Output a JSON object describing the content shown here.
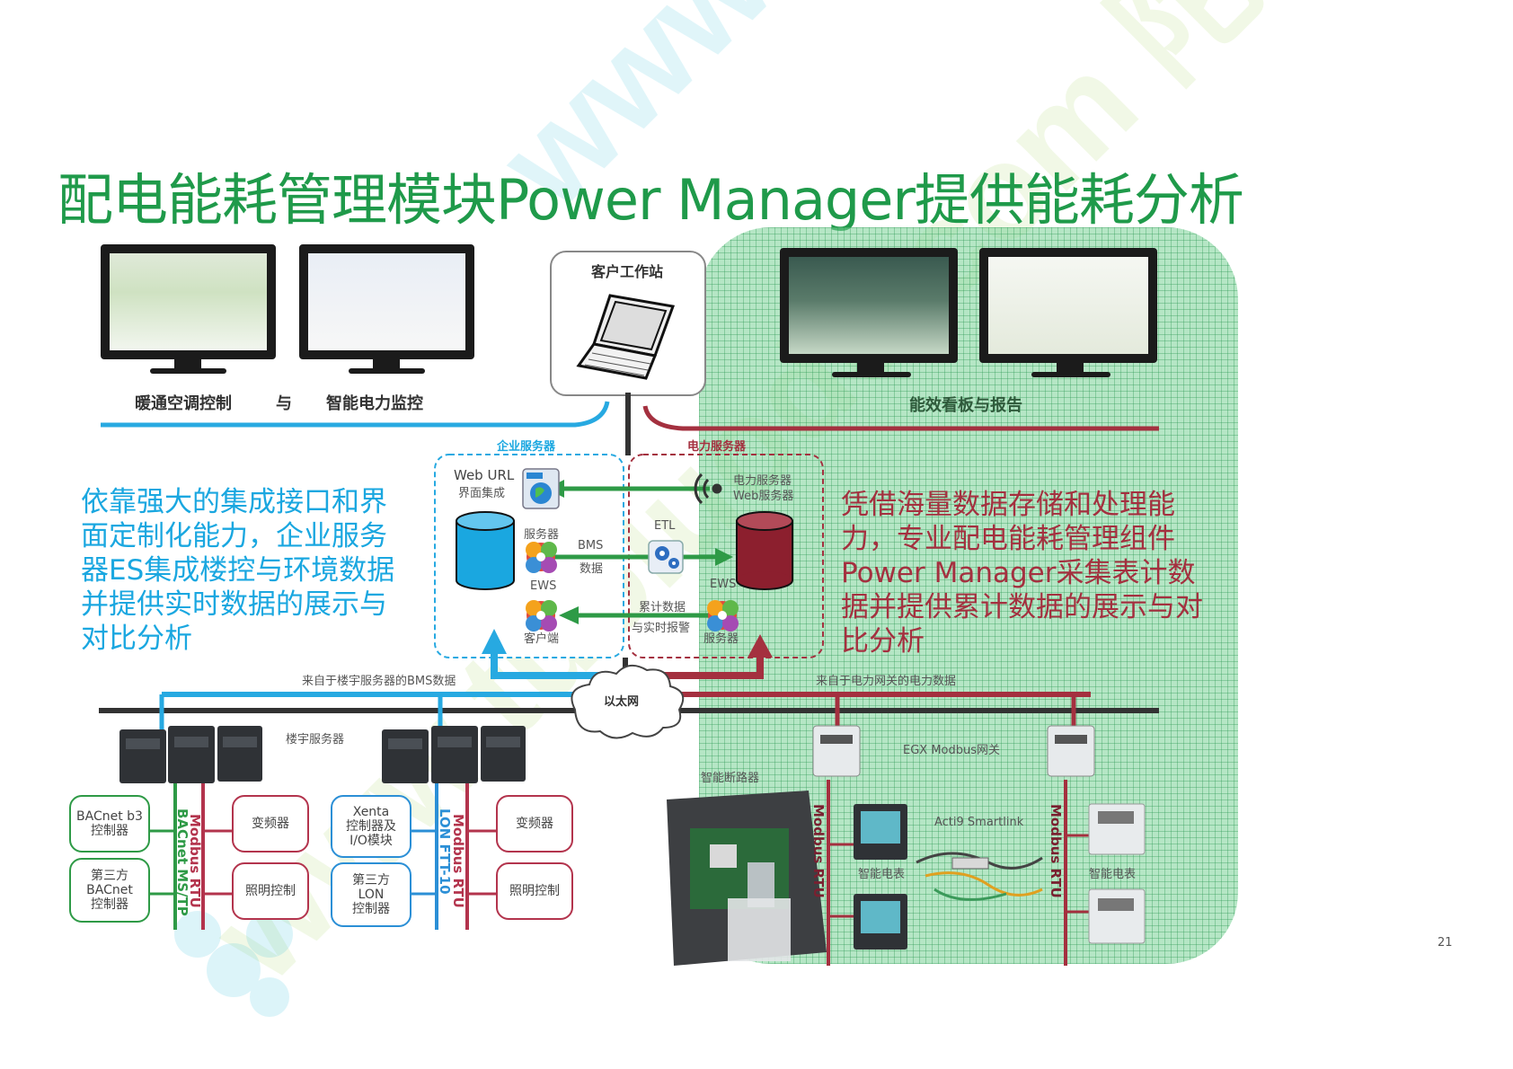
{
  "title": "配电能耗管理模块Power Manager提供能耗分析",
  "watermark": "www.tuoluodu.com 陀螺渡",
  "top": {
    "label_hvac": "暖通空调控制",
    "label_and": "与",
    "label_power": "智能电力监控",
    "label_workstation": "客户工作站",
    "label_dashboard": "能效看板与报告"
  },
  "servers": {
    "enterprise_title": "企业服务器",
    "power_title": "电力服务器",
    "web_url": "Web URL",
    "web_url_sub": "界面集成",
    "server": "服务器",
    "bms": "BMS",
    "bms_data": "数据",
    "ews_left": "EWS",
    "client": "客户端",
    "etl": "ETL",
    "power_web_1": "电力服务器",
    "power_web_2": "Web服务器",
    "cum_data": "累计数据",
    "realtime_alarm": "与实时报警",
    "ews_right": "EWS",
    "server_right": "服务器"
  },
  "left_text": "依靠强大的集成接口和界面定制化能力，企业服务器ES集成楼控与环境数据并提供实时数据的展示与对比分析",
  "right_text": "凭借海量数据存储和处理能力，专业配电能耗管理组件Power Manager采集表计数据并提供累计数据的展示与对比分析",
  "network": {
    "bms_from": "来自于楼宇服务器的BMS数据",
    "ethernet": "以太网",
    "power_from": "来自于电力网关的电力数据",
    "building_server": "楼宇服务器",
    "egx": "EGX Modbus网关",
    "smart_breaker": "智能断路器",
    "acti9": "Acti9 Smartlink",
    "smart_meter_1": "智能电表",
    "smart_meter_2": "智能电表"
  },
  "bus": {
    "bacnet_mstp": "BACnet MS/TP",
    "modbus_rtu_1": "Modbus RTU",
    "lon_ftt": "LON FTT-10",
    "modbus_rtu_2": "Modbus RTU",
    "modbus_rtu_3": "Modbus RTU",
    "modbus_rtu_4": "Modbus RTU"
  },
  "boxes": {
    "bacnet_b3": "BACnet b3\n控制器",
    "third_bacnet": "第三方\nBACnet\n控制器",
    "vfd_1": "变频器",
    "lighting_1": "照明控制",
    "xenta": "Xenta\n控制器及\nI/O模块",
    "third_lon": "第三方\nLON\n控制器",
    "vfd_2": "变频器",
    "lighting_2": "照明控制"
  },
  "page_number": "21",
  "colors": {
    "title_green": "#1f9a4a",
    "blue": "#1aa7e0",
    "red": "#a4303f",
    "panel_green": "#78d296"
  }
}
